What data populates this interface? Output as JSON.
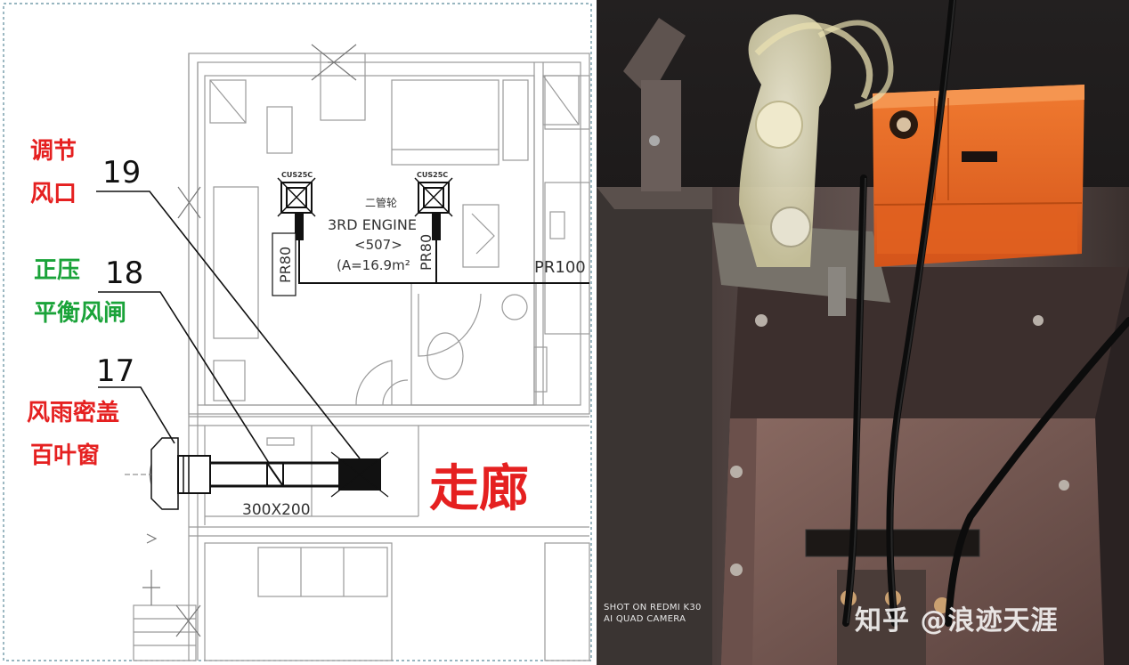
{
  "drawing": {
    "annotations": [
      {
        "number": "19",
        "line1": "调节",
        "line2": "风口",
        "color": "red"
      },
      {
        "number": "18",
        "line1": "正压",
        "line2": "平衡风闸",
        "color": "green"
      },
      {
        "number": "17",
        "line1": "风雨密盖",
        "line2": "百叶窗",
        "color": "red"
      }
    ],
    "corridor_label": "走廊",
    "duct_size": "300X200",
    "room_name_cn": "二管轮",
    "room_name_en": "3RD ENGINE",
    "room_number": "<507>",
    "room_area": "(A=16.9m²",
    "device_tag_1": "CUS25C",
    "device_tag_2": "CUS25C",
    "pipe_label_1": "PR80",
    "pipe_label_2": "PR80",
    "pipe_label_3": "PR100"
  },
  "photo": {
    "camera_line1": "SHOT ON REDMI K30",
    "camera_line2": "AI QUAD CAMERA",
    "watermark": "知乎 @浪迹天涯"
  },
  "colors": {
    "red": "#e52020",
    "green": "#1aa339",
    "actuator_orange": "#e8641e",
    "damper_brown": "#7a5a55"
  }
}
